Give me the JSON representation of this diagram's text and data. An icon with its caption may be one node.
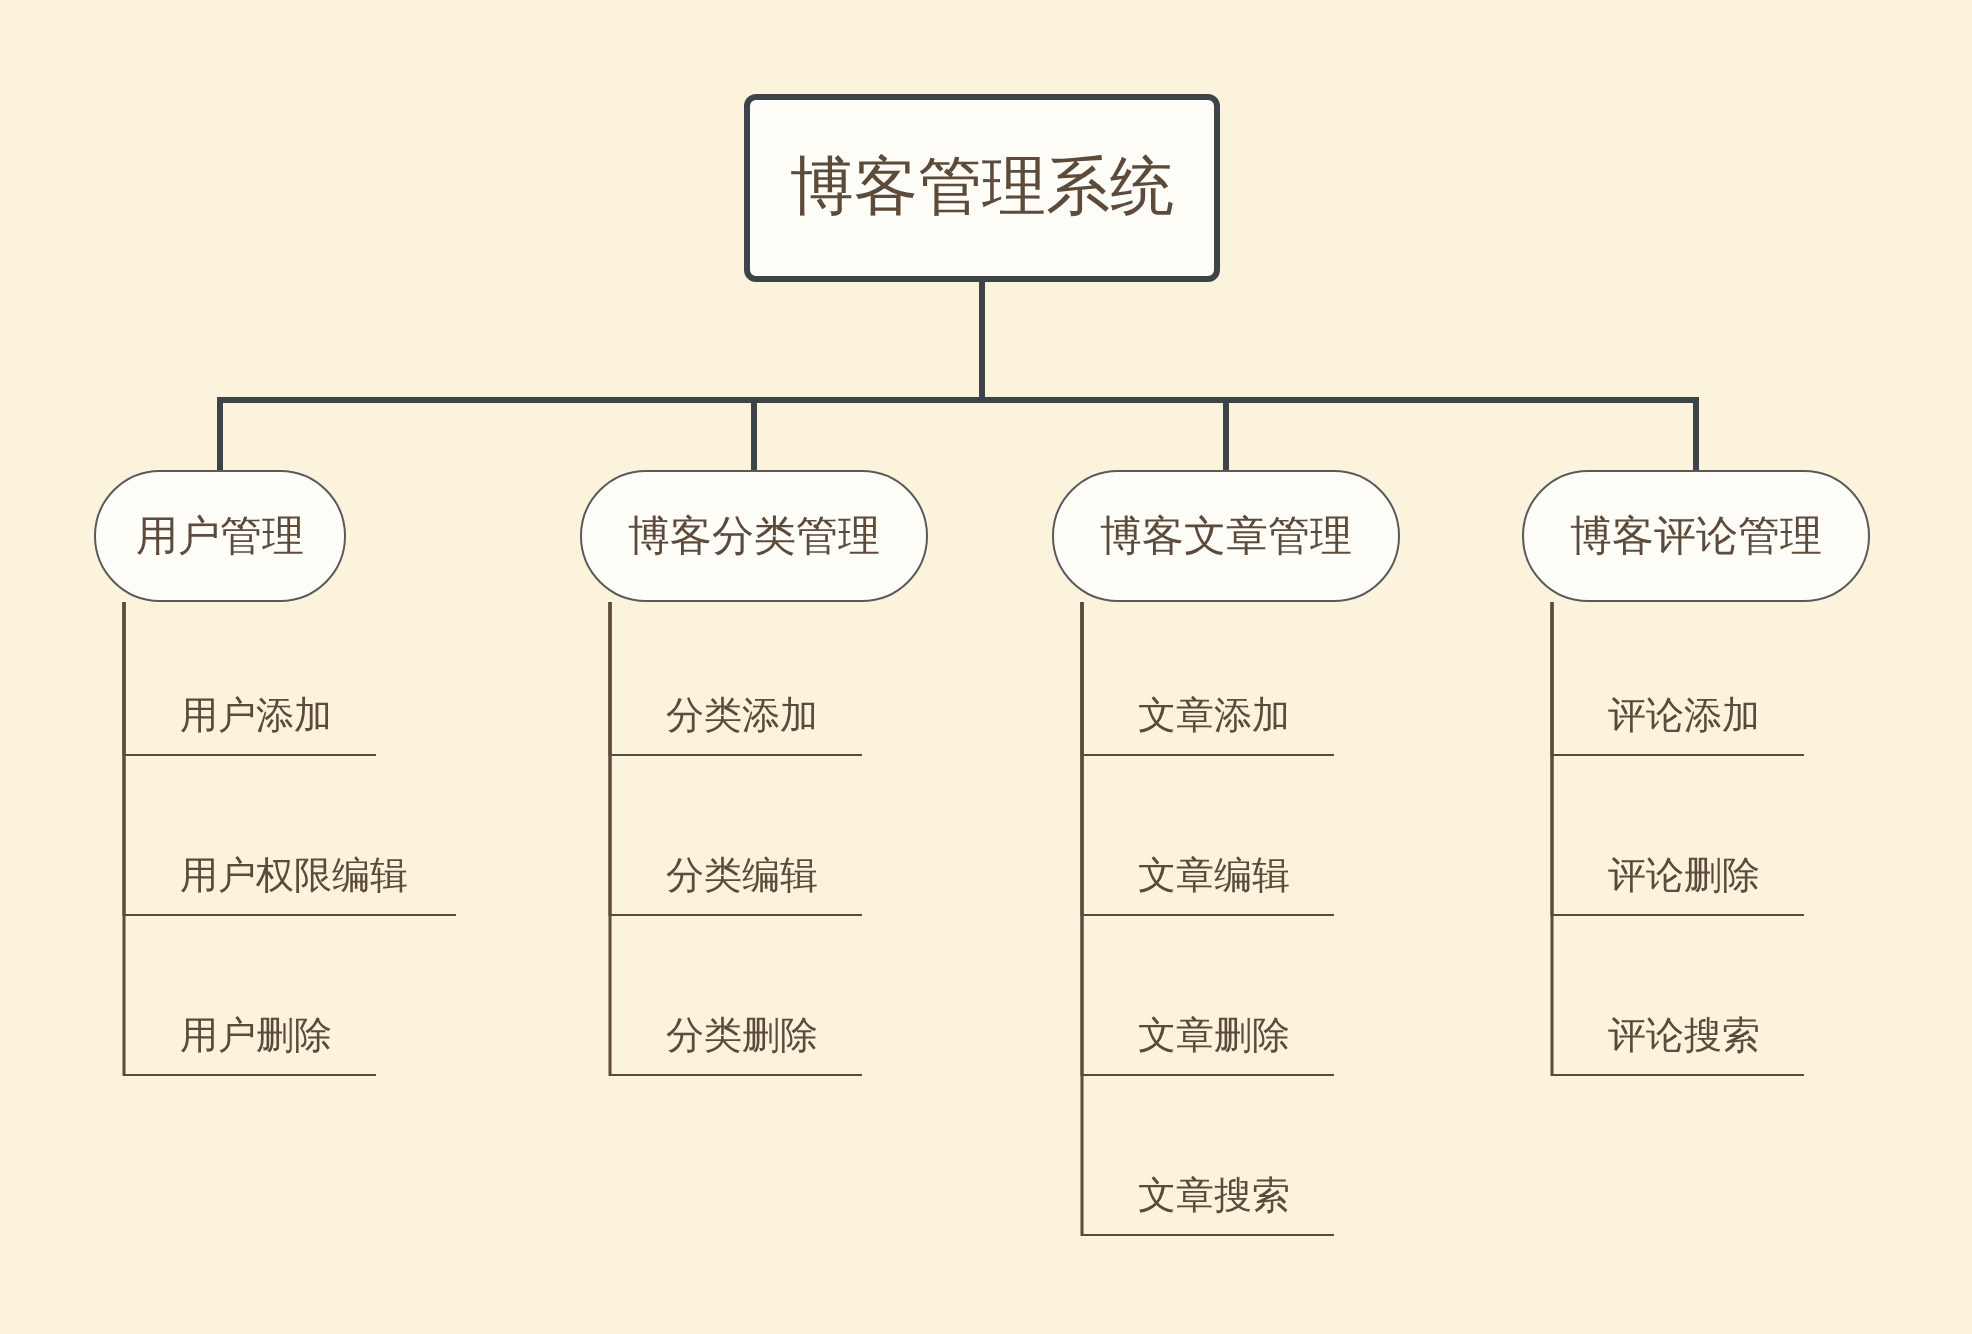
{
  "diagram": {
    "nodes": [
      {
        "text": [
          "博客管理系统"
        ]
      },
      {
        "text": [
          "用户管理"
        ]
      },
      {
        "text": [
          "博客分类管理"
        ]
      },
      {
        "text": [
          "博客文章管理"
        ]
      },
      {
        "text": [
          "博客评论管理"
        ]
      },
      {
        "text": [
          "用户添加"
        ]
      },
      {
        "text": [
          "用户权限编辑"
        ]
      },
      {
        "text": [
          "用户删除"
        ]
      },
      {
        "text": [
          "分类添加"
        ]
      },
      {
        "text": [
          "分类编辑"
        ]
      },
      {
        "text": [
          "分类删除"
        ]
      },
      {
        "text": [
          "文章添加"
        ]
      },
      {
        "text": [
          "文章编辑"
        ]
      },
      {
        "text": [
          "文章删除"
        ]
      },
      {
        "text": [
          "文章搜索"
        ]
      },
      {
        "text": [
          "评论添加"
        ]
      },
      {
        "text": [
          "评论删除"
        ]
      },
      {
        "text": [
          "评论搜索"
        ]
      }
    ],
    "edges": [
      {
        "from": 0,
        "to": 1,
        "arrow": "none",
        "style": "thick"
      },
      {
        "from": 0,
        "to": 2,
        "arrow": "none",
        "style": "thick"
      },
      {
        "from": 0,
        "to": 3,
        "arrow": "none",
        "style": "thick"
      },
      {
        "from": 0,
        "to": 4,
        "arrow": "none",
        "style": "thick"
      },
      {
        "from": 1,
        "to": 5,
        "arrow": "none"
      },
      {
        "from": 1,
        "to": 6,
        "arrow": "none"
      },
      {
        "from": 1,
        "to": 7,
        "arrow": "none"
      },
      {
        "from": 2,
        "to": 8,
        "arrow": "none"
      },
      {
        "from": 2,
        "to": 9,
        "arrow": "none"
      },
      {
        "from": 2,
        "to": 10,
        "arrow": "none"
      },
      {
        "from": 3,
        "to": 11,
        "arrow": "none"
      },
      {
        "from": 3,
        "to": 12,
        "arrow": "none"
      },
      {
        "from": 3,
        "to": 13,
        "arrow": "none"
      },
      {
        "from": 3,
        "to": 14,
        "arrow": "none"
      },
      {
        "from": 4,
        "to": 15,
        "arrow": "none"
      },
      {
        "from": 4,
        "to": 16,
        "arrow": "none"
      },
      {
        "from": 4,
        "to": 17,
        "arrow": "none"
      }
    ]
  }
}
